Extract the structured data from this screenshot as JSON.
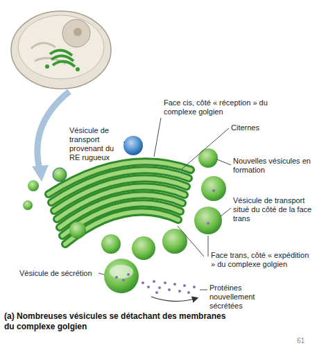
{
  "diagram": {
    "caption": "(a) Nombreuses vésicules se détachant des membranes du complexe golgien",
    "labels": [
      "Vésicule de transport provenant du RE rugueux",
      "Face cis, côté « réception » du complexe golgien",
      "Citernes",
      "Nouvelles vésicules en formation",
      "Vésicule de transport situé du côté de la face trans",
      "Face trans, côté « expédition » du complexe golgien",
      "Vésicule de sécrétion",
      "Protéines nouvellement sécrétées",
      "61"
    ]
  }
}
